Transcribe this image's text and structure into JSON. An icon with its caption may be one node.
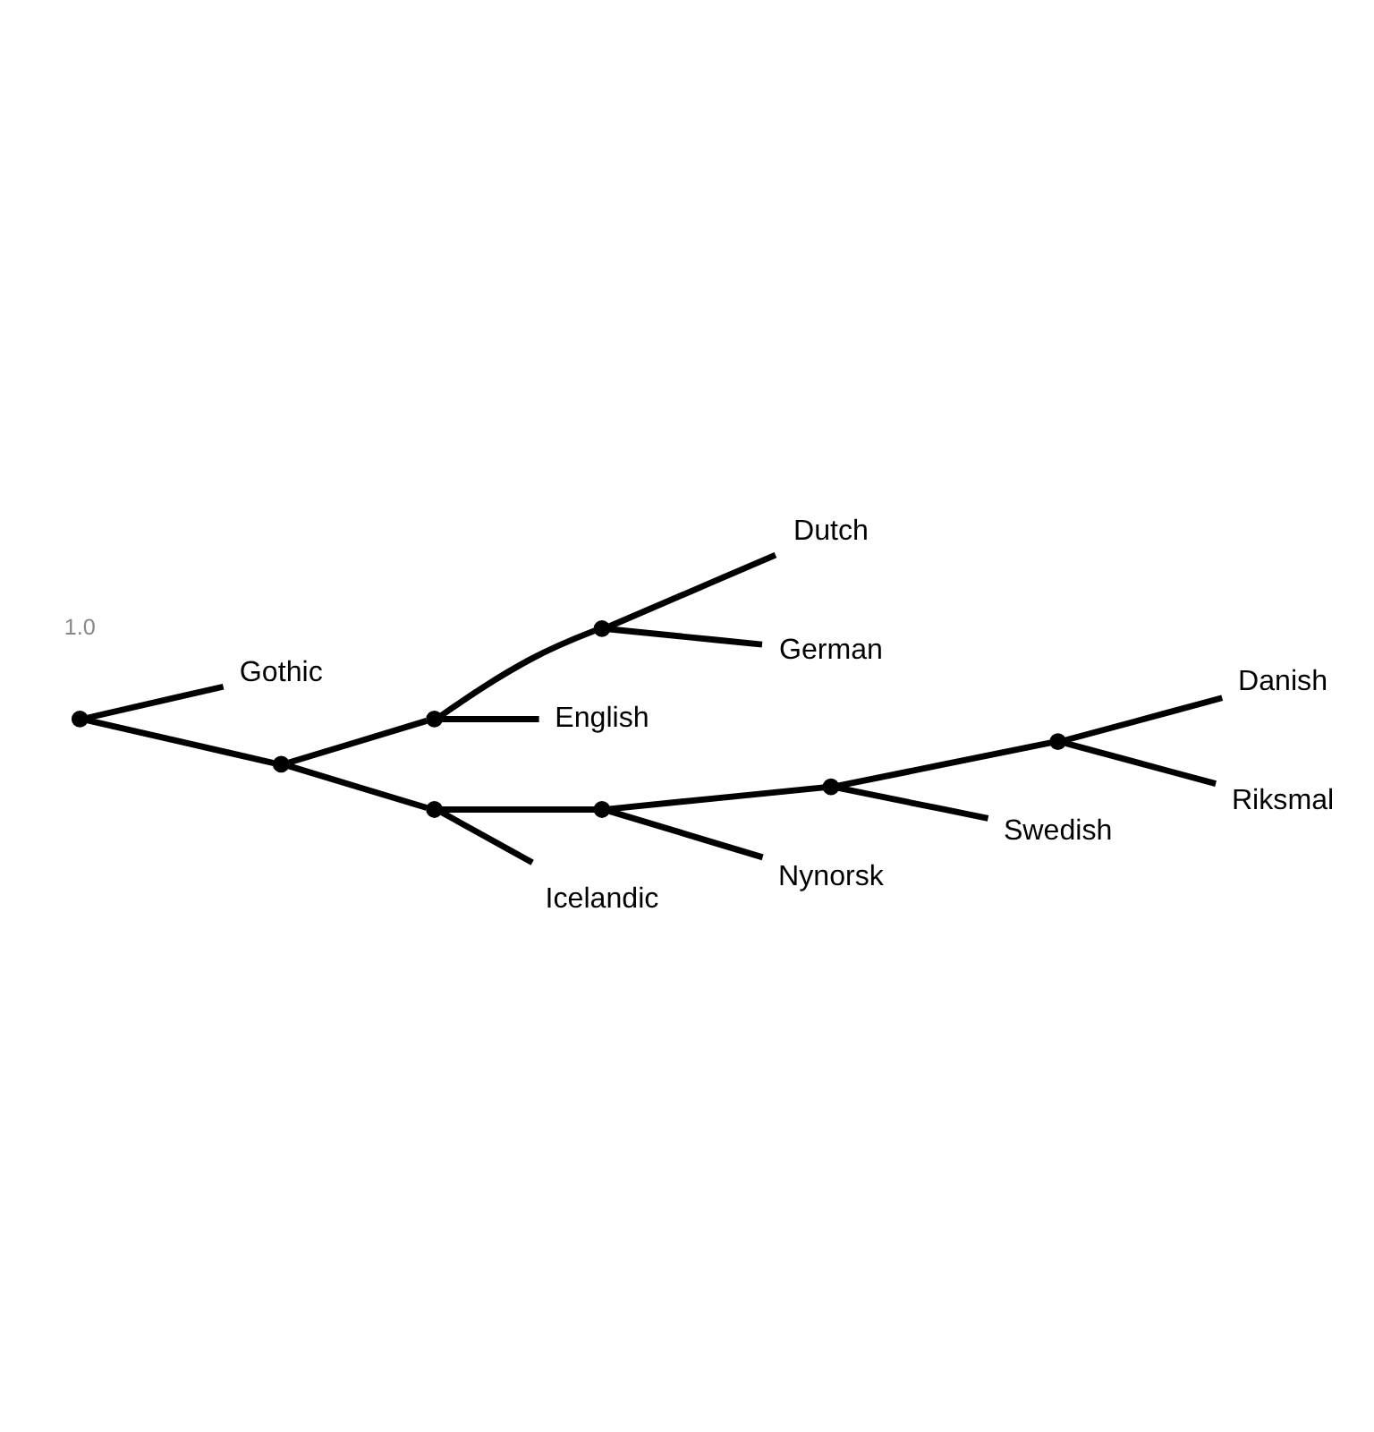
{
  "diagram": {
    "nodes": [
      {
        "text": [],
        "shape": "circle"
      },
      {
        "text": [
          "Gothic"
        ]
      },
      {
        "text": [],
        "shape": "circle"
      },
      {
        "text": [],
        "shape": "circle"
      },
      {
        "text": [],
        "shape": "circle"
      },
      {
        "text": [
          "Dutch"
        ]
      },
      {
        "text": [
          "German"
        ]
      },
      {
        "text": [
          "English"
        ]
      },
      {
        "text": [],
        "shape": "circle"
      },
      {
        "text": [],
        "shape": "circle"
      },
      {
        "text": [],
        "shape": "circle"
      },
      {
        "text": [],
        "shape": "circle"
      },
      {
        "text": [
          "Danish"
        ]
      },
      {
        "text": [
          "Riksmal"
        ]
      },
      {
        "text": [
          "Swedish"
        ]
      },
      {
        "text": [
          "Nynorsk"
        ]
      },
      {
        "text": [
          "Icelandic"
        ]
      }
    ],
    "edges": [
      {
        "from": 0,
        "to": 1,
        "arrow": "none"
      },
      {
        "from": 0,
        "to": 2,
        "arrow": "none"
      },
      {
        "from": 2,
        "to": 3,
        "arrow": "none"
      },
      {
        "from": 3,
        "to": 4,
        "arrow": "none"
      },
      {
        "from": 4,
        "to": 5,
        "arrow": "none"
      },
      {
        "from": 4,
        "to": 6,
        "arrow": "none"
      },
      {
        "from": 3,
        "to": 7,
        "arrow": "none"
      },
      {
        "from": 2,
        "to": 8,
        "arrow": "none"
      },
      {
        "from": 8,
        "to": 9,
        "arrow": "none"
      },
      {
        "from": 9,
        "to": 10,
        "arrow": "none"
      },
      {
        "from": 10,
        "to": 11,
        "arrow": "none"
      },
      {
        "from": 11,
        "to": 12,
        "arrow": "none"
      },
      {
        "from": 11,
        "to": 13,
        "arrow": "none"
      },
      {
        "from": 10,
        "to": 14,
        "arrow": "none"
      },
      {
        "from": 9,
        "to": 15,
        "arrow": "none"
      },
      {
        "from": 8,
        "to": 16,
        "arrow": "none"
      }
    ],
    "labels": [
      "1.0"
    ]
  }
}
